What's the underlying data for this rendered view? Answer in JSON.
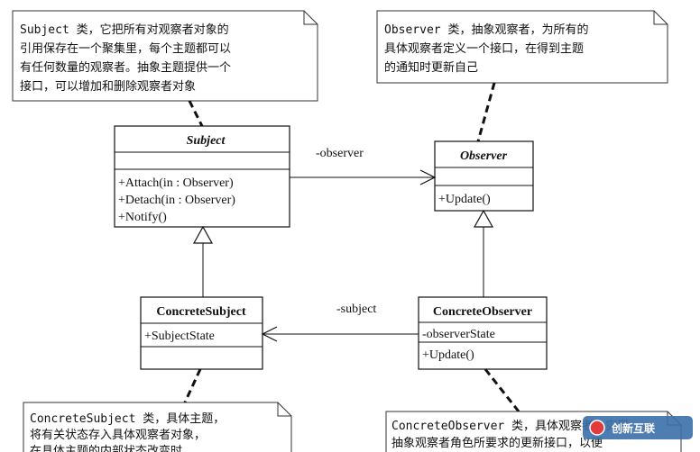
{
  "notes": {
    "subject": [
      "Subject 类，它把所有对观察者对象的",
      "引用保存在一个聚集里，每个主题都可以",
      "有任何数量的观察者。抽象主题提供一个",
      "接口，可以增加和删除观察者对象"
    ],
    "observer": [
      "Observer 类，抽象观察者，为所有的",
      "具体观察者定义一个接口，在得到主题",
      "的通知时更新自己"
    ],
    "concrete_subject": [
      "ConcreteSubject 类，具体主题，",
      "将有关状态存入具体观察者对象，",
      "在具体主题的内部状态改变时，"
    ],
    "concrete_observer": [
      "ConcreteObserver 类，具体观察者，实现",
      "抽象观察者角色所要求的更新接口，以便"
    ]
  },
  "classes": {
    "subject": {
      "name": "Subject",
      "methods": [
        "+Attach(in   : Observer)",
        "+Detach(in   : Observer)",
        "+Notify()"
      ]
    },
    "observer": {
      "name": "Observer",
      "methods": [
        "+Update()"
      ]
    },
    "concrete_subject": {
      "name": "ConcreteSubject",
      "attributes": [
        "+SubjectState"
      ]
    },
    "concrete_observer": {
      "name": "ConcreteObserver",
      "attributes": [
        "-observerState"
      ],
      "methods": [
        "+Update()"
      ]
    }
  },
  "associations": {
    "observer_label": "-observer",
    "subject_label": "-subject"
  },
  "watermark": {
    "text": "创新互联"
  }
}
